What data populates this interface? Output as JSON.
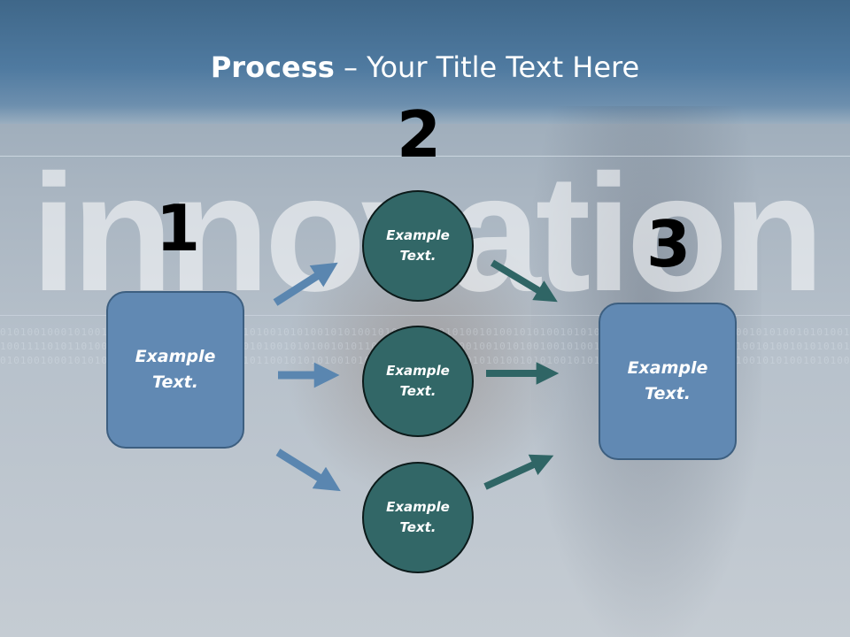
{
  "title": {
    "bold": "Process",
    "rest": " – Your Title Text Here"
  },
  "background": {
    "word": "innovation",
    "binary": [
      "01010010001010010100101001010101001010100101010010101001010100101010100101001010100101010010101001010100101010010101001010100101",
      "10011110101101001010010100101010100101010010101001010110010001010101001001010100100101001101001010101001010101001010010101010100",
      "01010010001010100100101001010101001010110010101010010100101010010101001010100101010010101001010100101010010101001010100101010010"
    ]
  },
  "steps": {
    "one": "1",
    "two": "2",
    "three": "3"
  },
  "boxes": {
    "left": "Example Text.",
    "right": "Example Text."
  },
  "circles": {
    "top": "Example Text.",
    "middle": "Example Text.",
    "bottom": "Example Text."
  },
  "colors": {
    "box_fill": "#6189b3",
    "circle_fill": "#326767",
    "arrow_blue": "#5a86b0",
    "arrow_teal": "#2f6565"
  }
}
